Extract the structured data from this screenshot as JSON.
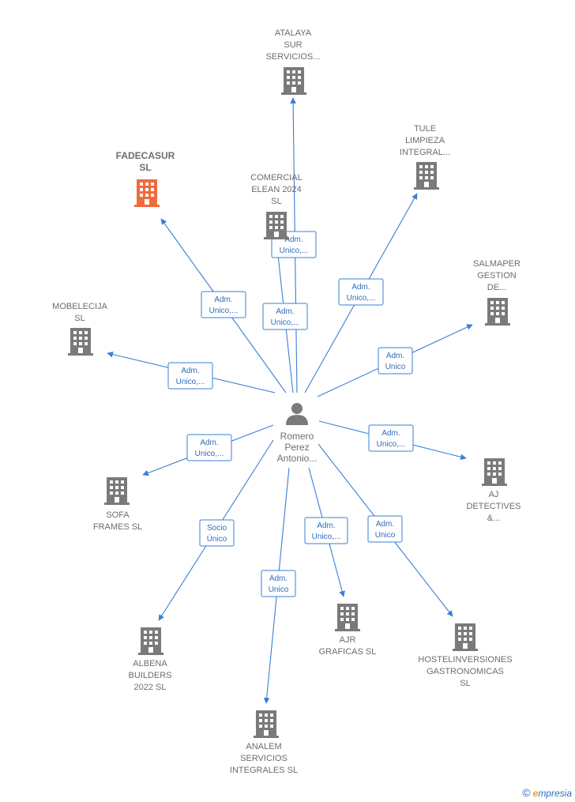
{
  "colors": {
    "edge": "#3a7fd5",
    "node": "#7a7a7a",
    "highlight": "#f26a3a",
    "text": "#6d6d6d"
  },
  "center": {
    "name": "person",
    "icon": "person-icon",
    "label_lines": [
      "Romero",
      "Perez",
      "Antonio..."
    ]
  },
  "nodes": [
    {
      "id": "atalaya",
      "label_lines": [
        "ATALAYA",
        "SUR",
        "SERVICIOS..."
      ],
      "icon": "building-icon",
      "edge_label_lines": [
        "Adm.",
        "Unico,..."
      ]
    },
    {
      "id": "tule",
      "label_lines": [
        "TULE",
        "LIMPIEZA",
        "INTEGRAL..."
      ],
      "icon": "building-icon",
      "edge_label_lines": [
        "Adm.",
        "Unico,..."
      ]
    },
    {
      "id": "fadecasur",
      "label_lines": [
        "FADECASUR",
        "SL"
      ],
      "icon": "building-icon",
      "highlight": true,
      "edge_label_lines": [
        "Adm.",
        "Unico,..."
      ]
    },
    {
      "id": "comercial",
      "label_lines": [
        "COMERCIAL",
        "ELEAN 2024",
        "SL"
      ],
      "icon": "building-icon",
      "edge_label_lines": [
        "Adm.",
        "Unico,..."
      ]
    },
    {
      "id": "salmaper",
      "label_lines": [
        "SALMAPER",
        "GESTION",
        "DE..."
      ],
      "icon": "building-icon",
      "edge_label_lines": [
        "Adm.",
        "Unico"
      ]
    },
    {
      "id": "mobelecija",
      "label_lines": [
        "MOBELECIJA",
        "SL"
      ],
      "icon": "building-icon",
      "edge_label_lines": [
        "Adm.",
        "Unico,..."
      ]
    },
    {
      "id": "aj",
      "label_lines": [
        "AJ",
        "DETECTIVES",
        "&..."
      ],
      "icon": "building-icon",
      "edge_label_lines": [
        "Adm.",
        "Unico,..."
      ]
    },
    {
      "id": "sofa",
      "label_lines": [
        "SOFA",
        "FRAMES  SL"
      ],
      "icon": "building-icon",
      "edge_label_lines": [
        "Adm.",
        "Unico,..."
      ]
    },
    {
      "id": "albena",
      "label_lines": [
        "ALBENA",
        "BUILDERS",
        "2022  SL"
      ],
      "icon": "building-icon",
      "edge_label_lines": [
        "Socio",
        "Único"
      ]
    },
    {
      "id": "ajr",
      "label_lines": [
        "AJR",
        "GRAFICAS  SL"
      ],
      "icon": "building-icon",
      "edge_label_lines": [
        "Adm.",
        "Unico,..."
      ]
    },
    {
      "id": "hostel",
      "label_lines": [
        "HOSTELINVERSIONES",
        "GASTRONOMICAS",
        "SL"
      ],
      "icon": "building-icon",
      "edge_label_lines": [
        "Adm.",
        "Unico"
      ]
    },
    {
      "id": "analem",
      "label_lines": [
        "ANALEM",
        "SERVICIOS",
        "INTEGRALES SL"
      ],
      "icon": "building-icon",
      "edge_label_lines": [
        "Adm.",
        "Unico"
      ]
    }
  ],
  "footer": {
    "copyright": "©",
    "brand_initial": "e",
    "brand_rest": "mpresia"
  }
}
